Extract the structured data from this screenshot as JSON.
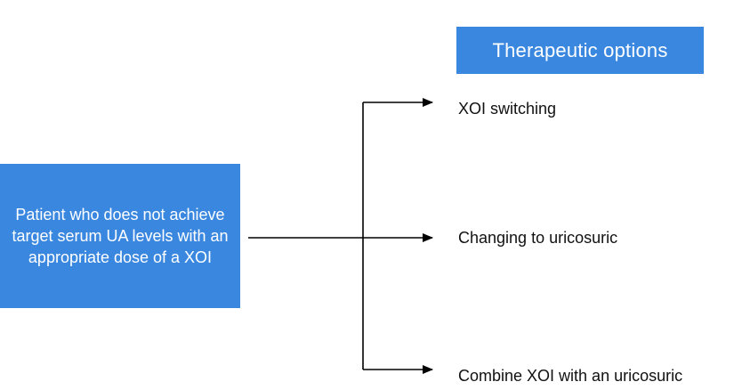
{
  "header": {
    "title": "Therapeutic options"
  },
  "source": {
    "text": "Patient who does not achieve target serum UA levels with an appropriate dose of a XOI"
  },
  "options": [
    {
      "label": "XOI switching"
    },
    {
      "label": "Changing to uricosuric"
    },
    {
      "label": "Combine XOI with an uricosuric"
    }
  ],
  "colors": {
    "box_fill": "#3a87e0",
    "box_text": "#ffffff",
    "line": "#000000"
  }
}
